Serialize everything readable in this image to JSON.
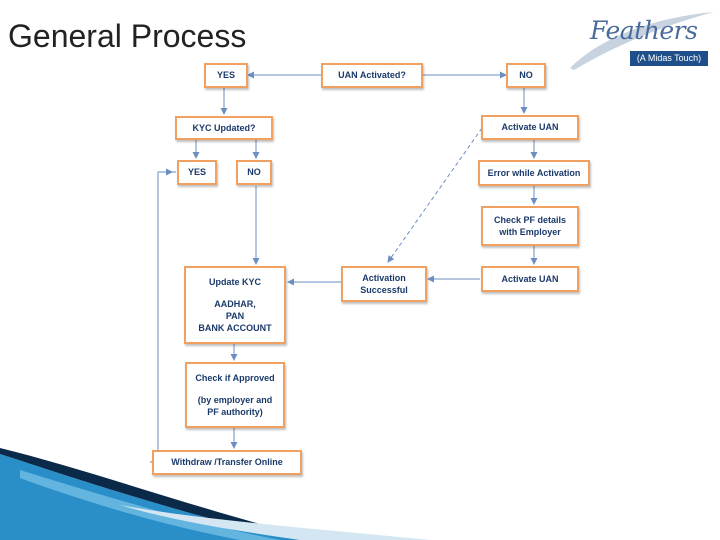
{
  "slide": {
    "title": "General Process"
  },
  "logo": {
    "script": "Feathers",
    "tagline": "(A Midas Touch)"
  },
  "nodes": {
    "uan_activated": "UAN Activated?",
    "yes_top": "YES",
    "no_top": "NO",
    "kyc_updated": "KYC Updated?",
    "yes_kyc": "YES",
    "no_kyc": "NO",
    "activate_uan_1": "Activate UAN",
    "error_activation": "Error while Activation",
    "check_pf_line1": "Check PF details",
    "check_pf_line2": "with Employer",
    "activate_uan_2": "Activate UAN",
    "activation_line1": "Activation",
    "activation_line2": "Successful",
    "update_kyc_title": "Update KYC",
    "update_kyc_item1": "AADHAR,",
    "update_kyc_item2": "PAN",
    "update_kyc_item3": "BANK ACCOUNT",
    "check_approved_title": "Check if Approved",
    "check_approved_line1": "(by employer and",
    "check_approved_line2": "PF authority)",
    "withdraw": "Withdraw /Transfer Online"
  },
  "colors": {
    "box_border": "#f0a060",
    "box_text": "#1a3a6a",
    "arrow": "#6b8fc0",
    "accent_dark": "#0b2a4a",
    "accent_blue": "#2a8fc8"
  }
}
